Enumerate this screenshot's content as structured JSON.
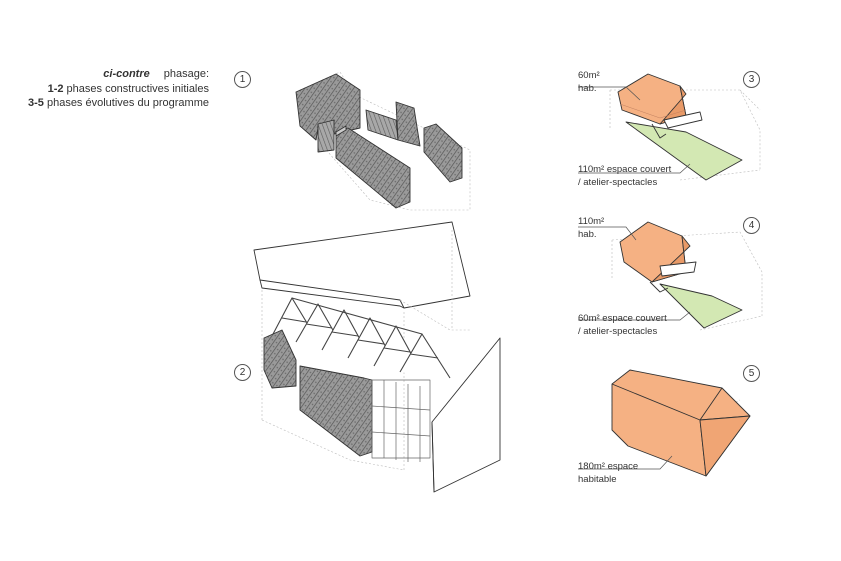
{
  "caption": {
    "title_italic": "ci-contre",
    "title_rest": "phasage:",
    "line2_bold": "1-2",
    "line2_rest": " phases constructives initiales",
    "line3_bold": "3-5",
    "line3_rest": " phases évolutives du programme"
  },
  "phases": [
    {
      "number": "1"
    },
    {
      "number": "2"
    },
    {
      "number": "3",
      "top_label": "60m²",
      "top_label2": "hab.",
      "bottom_label": "110m² espace couvert",
      "bottom_label2": "/ atelier-spectacles"
    },
    {
      "number": "4",
      "top_label": "110m²",
      "top_label2": "hab.",
      "bottom_label": "60m² espace couvert",
      "bottom_label2": "/ atelier-spectacles"
    },
    {
      "number": "5",
      "bottom_label": "180m² espace",
      "bottom_label2": "habitable"
    }
  ],
  "colors": {
    "habitable": "#f5b183",
    "covered_space": "#d3e8b3",
    "stone": "#8a8a8a",
    "outline": "#333333",
    "ghost_line": "#b0b0b0"
  }
}
